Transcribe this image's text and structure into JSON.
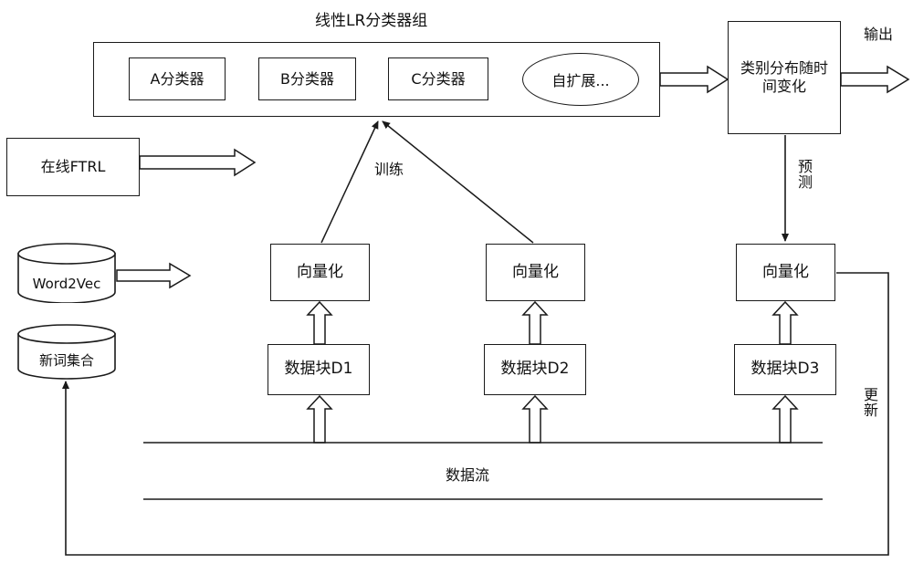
{
  "diagram": {
    "title": "线性LR分类器组",
    "classifier_group": {
      "items": [
        {
          "label": "A分类器",
          "shape": "rect"
        },
        {
          "label": "B分类器",
          "shape": "rect"
        },
        {
          "label": "C分类器",
          "shape": "rect"
        },
        {
          "label": "自扩展...",
          "shape": "ellipse"
        }
      ]
    },
    "nodes": {
      "class_distribution": "类别分布随时\n间变化",
      "class_distribution_line1": "类别分布随时",
      "class_distribution_line2": "间变化",
      "online_ftrl": "在线FTRL",
      "word2vec": "Word2Vec",
      "new_word_set": "新词集合",
      "vectorize_1": "向量化",
      "vectorize_2": "向量化",
      "vectorize_3": "向量化",
      "data_block_1": "数据块D1",
      "data_block_2": "数据块D2",
      "data_block_3": "数据块D3"
    },
    "edge_labels": {
      "train": "训练",
      "predict": "预测",
      "output": "输出",
      "update": "更新",
      "data_stream": "数据流"
    },
    "colors": {
      "stroke": "#1a1a1a",
      "fill": "#ffffff",
      "text": "#111111",
      "background": "#ffffff"
    }
  }
}
